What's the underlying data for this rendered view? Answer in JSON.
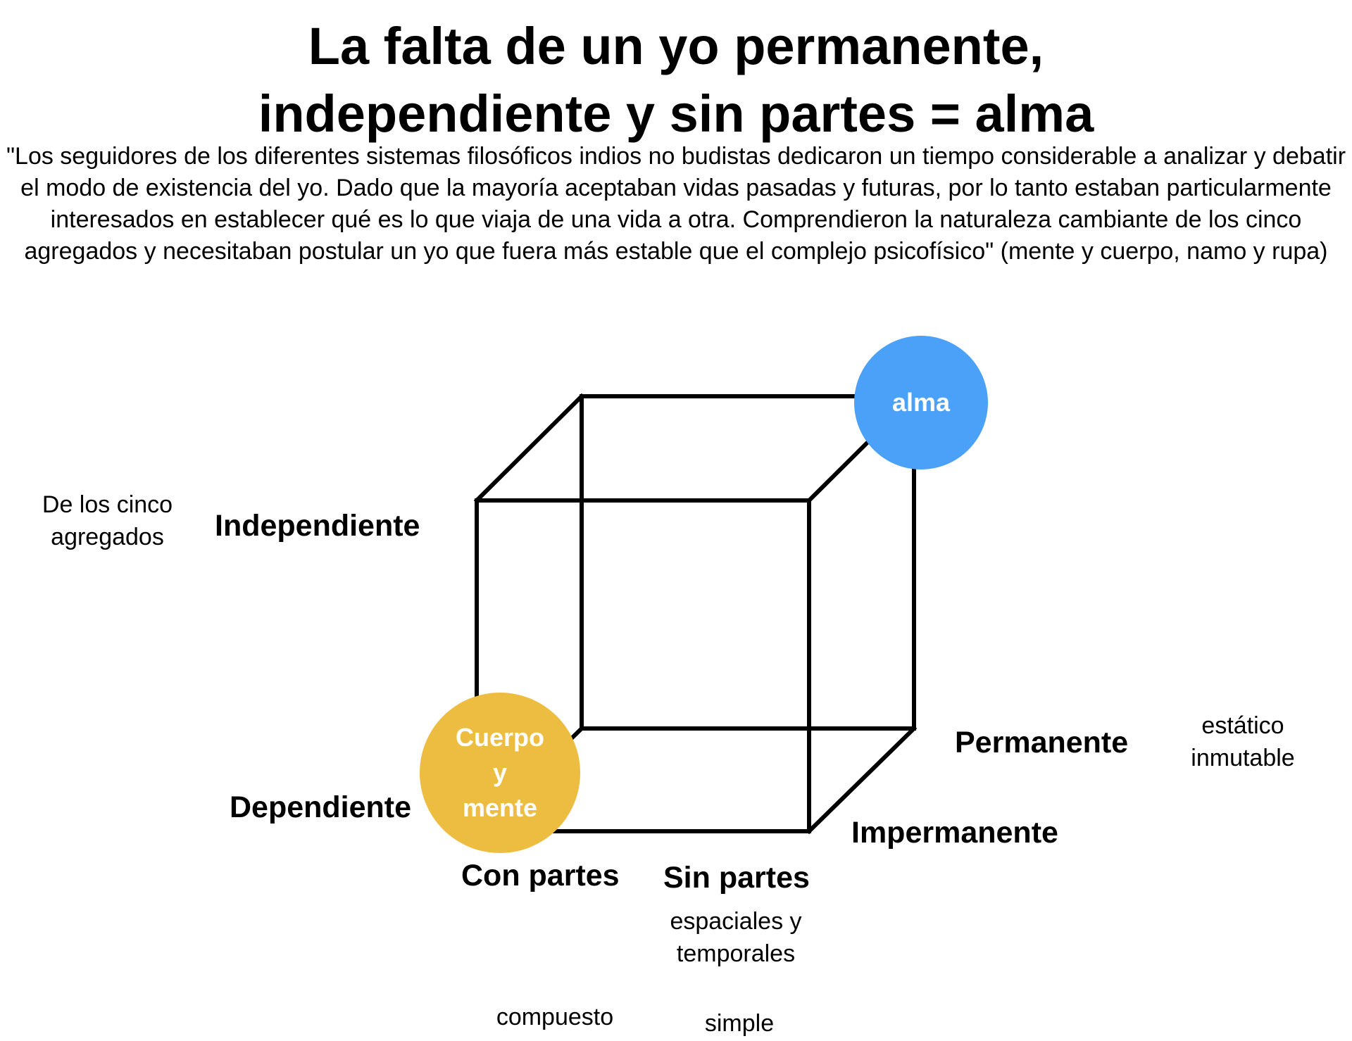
{
  "title": {
    "line1": "La falta de un yo permanente,",
    "line2": "independiente y sin partes = alma"
  },
  "quote": "\"Los seguidores de los diferentes sistemas filosóficos indios no budistas dedicaron un tiempo considerable a analizar y debatir el modo de existencia del yo. Dado que la mayoría aceptaban vidas pasadas y futuras, por lo tanto estaban particularmente interesados en establecer qué es lo que viaja de una vida a otra. Comprendieron la naturaleza cambiante de los cinco agregados y necesitaban postular un yo que fuera más estable que el complejo psicofísico\" (mente y cuerpo, namo y rupa)",
  "diagram": {
    "alma_circle": {
      "label": "alma",
      "color": "#4BA0F7"
    },
    "body_mind_circle": {
      "line1": "Cuerpo",
      "line2": "y",
      "line3": "mente",
      "color": "#EDBD42"
    },
    "labels": {
      "independiente": "Independiente",
      "dependiente": "Dependiente",
      "permanente": "Permanente",
      "impermanente": "Impermanente",
      "con_partes": "Con partes",
      "sin_partes": "Sin partes"
    },
    "notes": {
      "agregados_line1": "De los cinco",
      "agregados_line2": "agregados",
      "estatico": "estático",
      "inmutable": "inmutable",
      "espaciales_line1": "espaciales y",
      "espaciales_line2": "temporales",
      "compuesto": "compuesto",
      "simple": "simple"
    },
    "edge_color": "#000000"
  }
}
